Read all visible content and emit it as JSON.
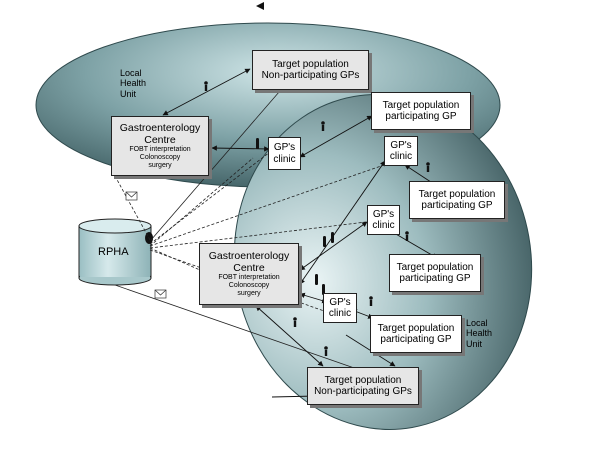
{
  "local_health_units": [
    "Local\nHealth\nUnit",
    "Local\nHealth\nUnit"
  ],
  "rpha": "RPHA",
  "gastro_centres": [
    {
      "title": "Gastroenterology\nCentre",
      "services": [
        "FOBT interpretation",
        "Colonoscopy",
        "surgery"
      ]
    },
    {
      "title": "Gastroenterology\nCentre",
      "services": [
        "FOBT interpretation",
        "Colonoscopy",
        "surgery"
      ]
    }
  ],
  "non_participating": [
    "Target population\nNon-participating GPs",
    "Target population\nNon-participating GPs"
  ],
  "participating": [
    "Target population\nparticipating GP",
    "Target population\nparticipating GP",
    "Target population\nparticipating GP",
    "Target population\nparticipating GP"
  ],
  "clinics": [
    "GP's\nclinic",
    "GP's\nclinic",
    "GP's\nclinic",
    "GP's\nclinic"
  ],
  "colors": {
    "ellipse_light": "#c9e2e4",
    "ellipse_mid": "#7fa3a7",
    "ellipse_dark": "#3a585c",
    "rpha_fill": "#c4dde0"
  }
}
